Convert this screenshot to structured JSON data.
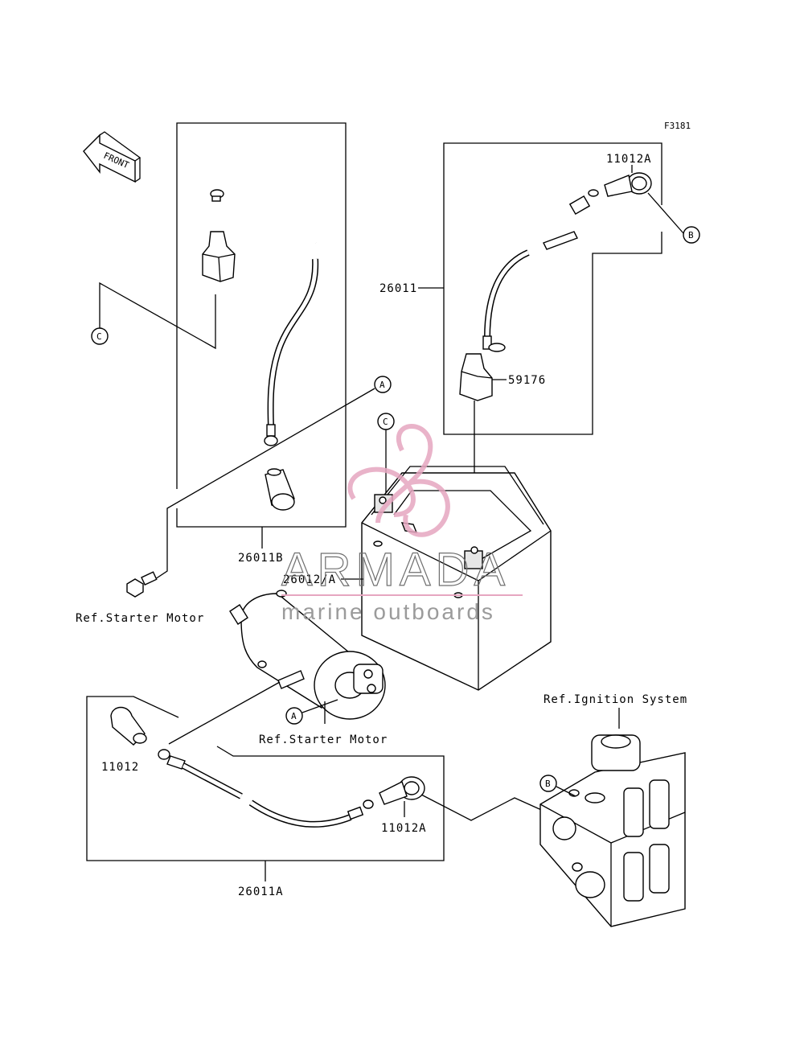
{
  "figure_code": "F3181",
  "front_label": "FRONT",
  "callouts": {
    "a": "A",
    "b": "B",
    "c": "C"
  },
  "parts": {
    "cable_26011": "26011",
    "cable_26011a": "26011A",
    "cable_26011b": "26011B",
    "battery_26012a": "26012/A",
    "terminal_11012": "11012",
    "terminal_11012a_top": "11012A",
    "terminal_11012a_bottom": "11012A",
    "cap_59176": "59176"
  },
  "refs": {
    "starter_motor_left": "Ref.Starter Motor",
    "starter_motor_center": "Ref.Starter Motor",
    "ignition_system": "Ref.Ignition System"
  },
  "watermark": {
    "brand": "ARMADA",
    "tagline": "marine outboards",
    "logo_color": "#e6a6c0"
  }
}
